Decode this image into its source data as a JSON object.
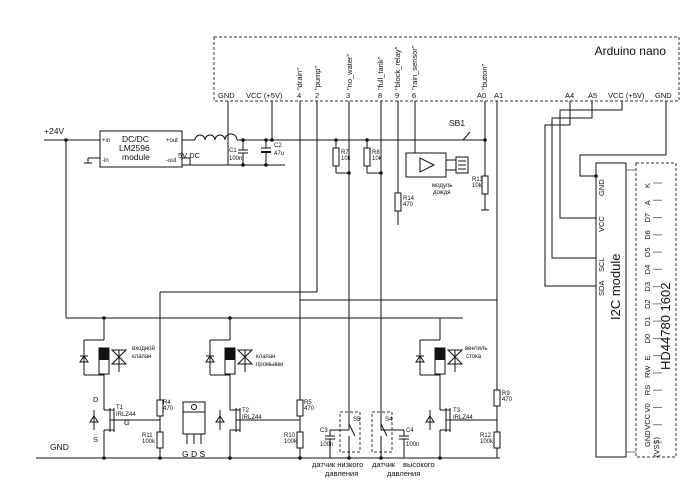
{
  "arduino": {
    "title": "Arduino nano",
    "gnd": "GND",
    "vcc": "VCC (+5V)",
    "pins": [
      {
        "num": "4",
        "label": "\"drain\""
      },
      {
        "num": "2",
        "label": "\"pump\""
      },
      {
        "num": "3",
        "label": "\"no_water\""
      },
      {
        "num": "8",
        "label": "\"full_tank\""
      },
      {
        "num": "9",
        "label": "\"block_relay\""
      },
      {
        "num": "6",
        "label": "\"rain_sensor\""
      },
      {
        "num": "A0",
        "label": "\"button\""
      },
      {
        "num": "A1",
        "label": ""
      }
    ],
    "right_pins": [
      "A4",
      "A5",
      "VCC (+5V)",
      "GND"
    ]
  },
  "power": {
    "supply": "+24V",
    "ground": "GND",
    "converter": {
      "l1": "DC/DC",
      "l2": "LM2596",
      "l3": "module",
      "in_p": "+in",
      "in_n": "-in",
      "out_p": "+out",
      "out_n": "-out"
    },
    "out_label": "5V DC",
    "c1": {
      "name": "C1",
      "value": "100n"
    },
    "c2": {
      "name": "C2",
      "value": "47u"
    }
  },
  "resistors": {
    "r7": {
      "name": "R7",
      "value": "10k"
    },
    "r8": {
      "name": "R8",
      "value": "10k"
    },
    "r14": {
      "name": "R14",
      "value": "470"
    },
    "r13": {
      "name": "R13",
      "value": "10k"
    },
    "r4": {
      "name": "R4",
      "value": "470"
    },
    "r11": {
      "name": "R11",
      "value": "100k"
    },
    "r5": {
      "name": "R5",
      "value": "470"
    },
    "r10": {
      "name": "R10",
      "value": "100k"
    },
    "r9": {
      "name": "R9",
      "value": "470"
    },
    "r12": {
      "name": "R12",
      "value": "100k"
    }
  },
  "switch_sb1": "SB1",
  "rain": {
    "l1": "модуль",
    "l2": "дождя"
  },
  "valves": {
    "inlet": {
      "l1": "входной",
      "l2": "клапан"
    },
    "flush": {
      "l1": "клапан",
      "l2": "промывки"
    },
    "drain": {
      "l1": "вентиль",
      "l2": "стока"
    }
  },
  "transistors": {
    "t1": {
      "name": "T1",
      "part": "IRLZ44"
    },
    "t2": {
      "name": "T2",
      "part": "IRLZ44"
    },
    "t3": {
      "name": "T3",
      "part": "IRLZ44"
    },
    "d": "D",
    "g": "G",
    "s": "S",
    "package": "G D S"
  },
  "pressure": {
    "s5": "S5",
    "s4": "S4",
    "c3": {
      "name": "C3",
      "value": "100n"
    },
    "c4": {
      "name": "C4",
      "value": "100n"
    },
    "low": {
      "l1": "датчик низкого",
      "l2": "давления"
    },
    "high": {
      "l1": "датчик",
      "l2": "высокого",
      "l3": "давления"
    }
  },
  "lcd": {
    "i2c": "I2C module",
    "display": "HD44780 1602",
    "i2c_pins": [
      "GND",
      "VCC",
      "SCL",
      "SDA"
    ],
    "top_pins": [
      "K",
      "A",
      "D7",
      "D6",
      "D5",
      "D4",
      "D3",
      "D2",
      "D1",
      "D0",
      "E",
      "RW",
      "RS",
      "V0",
      "VCC",
      "GND"
    ],
    "vss": "(VSS)"
  }
}
